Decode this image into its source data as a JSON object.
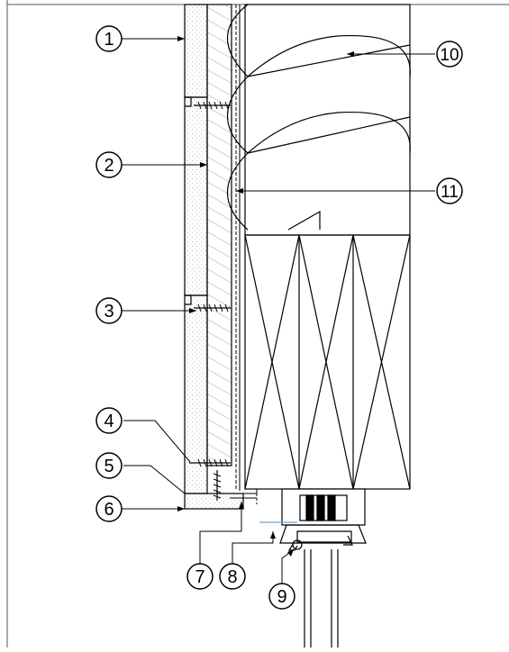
{
  "diagram": {
    "callouts": [
      {
        "label": "1"
      },
      {
        "label": "2"
      },
      {
        "label": "3"
      },
      {
        "label": "4"
      },
      {
        "label": "5"
      },
      {
        "label": "6"
      },
      {
        "label": "7"
      },
      {
        "label": "8"
      },
      {
        "label": "9"
      },
      {
        "label": "10"
      },
      {
        "label": "11"
      }
    ]
  }
}
